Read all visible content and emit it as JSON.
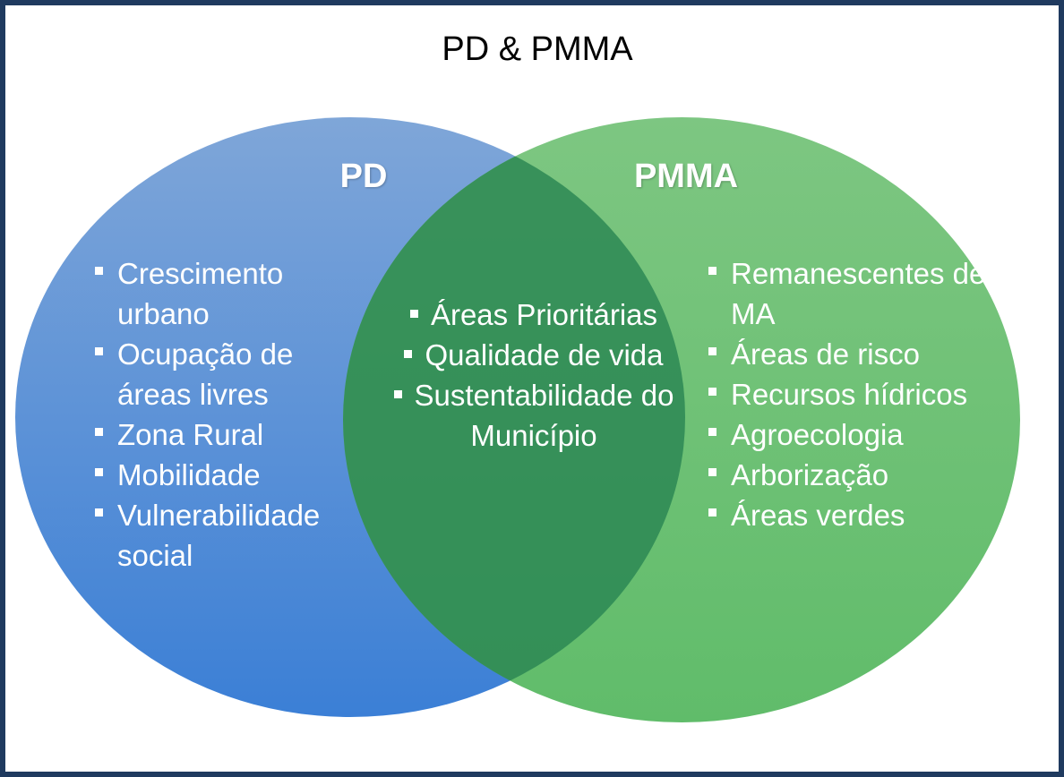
{
  "title": "PD & PMMA",
  "colors": {
    "border": "#1f3a5f",
    "blue_circle": "#4a7fd0",
    "green_circle": "#5cba62",
    "overlap": "#2f8a55"
  },
  "sets": {
    "left": {
      "label": "PD",
      "items": [
        "Crescimento urbano",
        "Ocupação de áreas livres",
        "Zona Rural",
        "Mobilidade",
        "Vulnerabilidade social"
      ]
    },
    "right": {
      "label": "PMMA",
      "items": [
        "Remanescentes de MA",
        "Áreas de risco",
        "Recursos hídricos",
        "Agroecologia",
        "Arborização",
        "Áreas verdes"
      ]
    },
    "intersection": {
      "items": [
        "Áreas Prioritárias",
        "Qualidade de vida",
        "Sustentabilidade do Município"
      ]
    }
  }
}
